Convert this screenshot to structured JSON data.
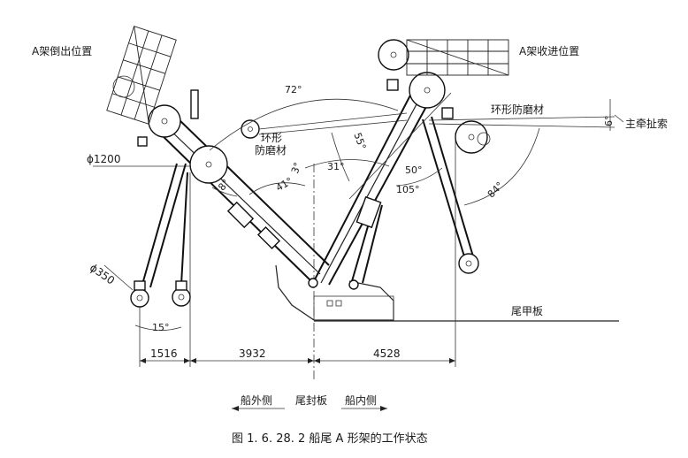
{
  "labels": {
    "a_frame_out": "A架倒出位置",
    "a_frame_in": "A架收进位置",
    "ring_pad_left_1": "环形",
    "ring_pad_left_2": "防磨材",
    "ring_pad_right": "环形防磨材",
    "main_tow": "主牵扯索",
    "diameter_1200": "ϕ1200",
    "diameter_350": "ϕ350",
    "stern_deck": "尾甲板",
    "outboard": "船外侧",
    "transom": "尾封板",
    "inboard": "船内侧",
    "caption": "图 1. 6. 28. 2    船尾 A 形架的工作状态"
  },
  "angles": {
    "a72": "72°",
    "a55": "55°",
    "a31": "31°",
    "a50": "50°",
    "a105": "105°",
    "a84": "84°",
    "a41": "41°",
    "a3": "3°",
    "a8": "8°",
    "a15": "15°",
    "a6": "6°"
  },
  "dimensions": {
    "d1516": "1516",
    "d3932": "3932",
    "d4528": "4528"
  }
}
